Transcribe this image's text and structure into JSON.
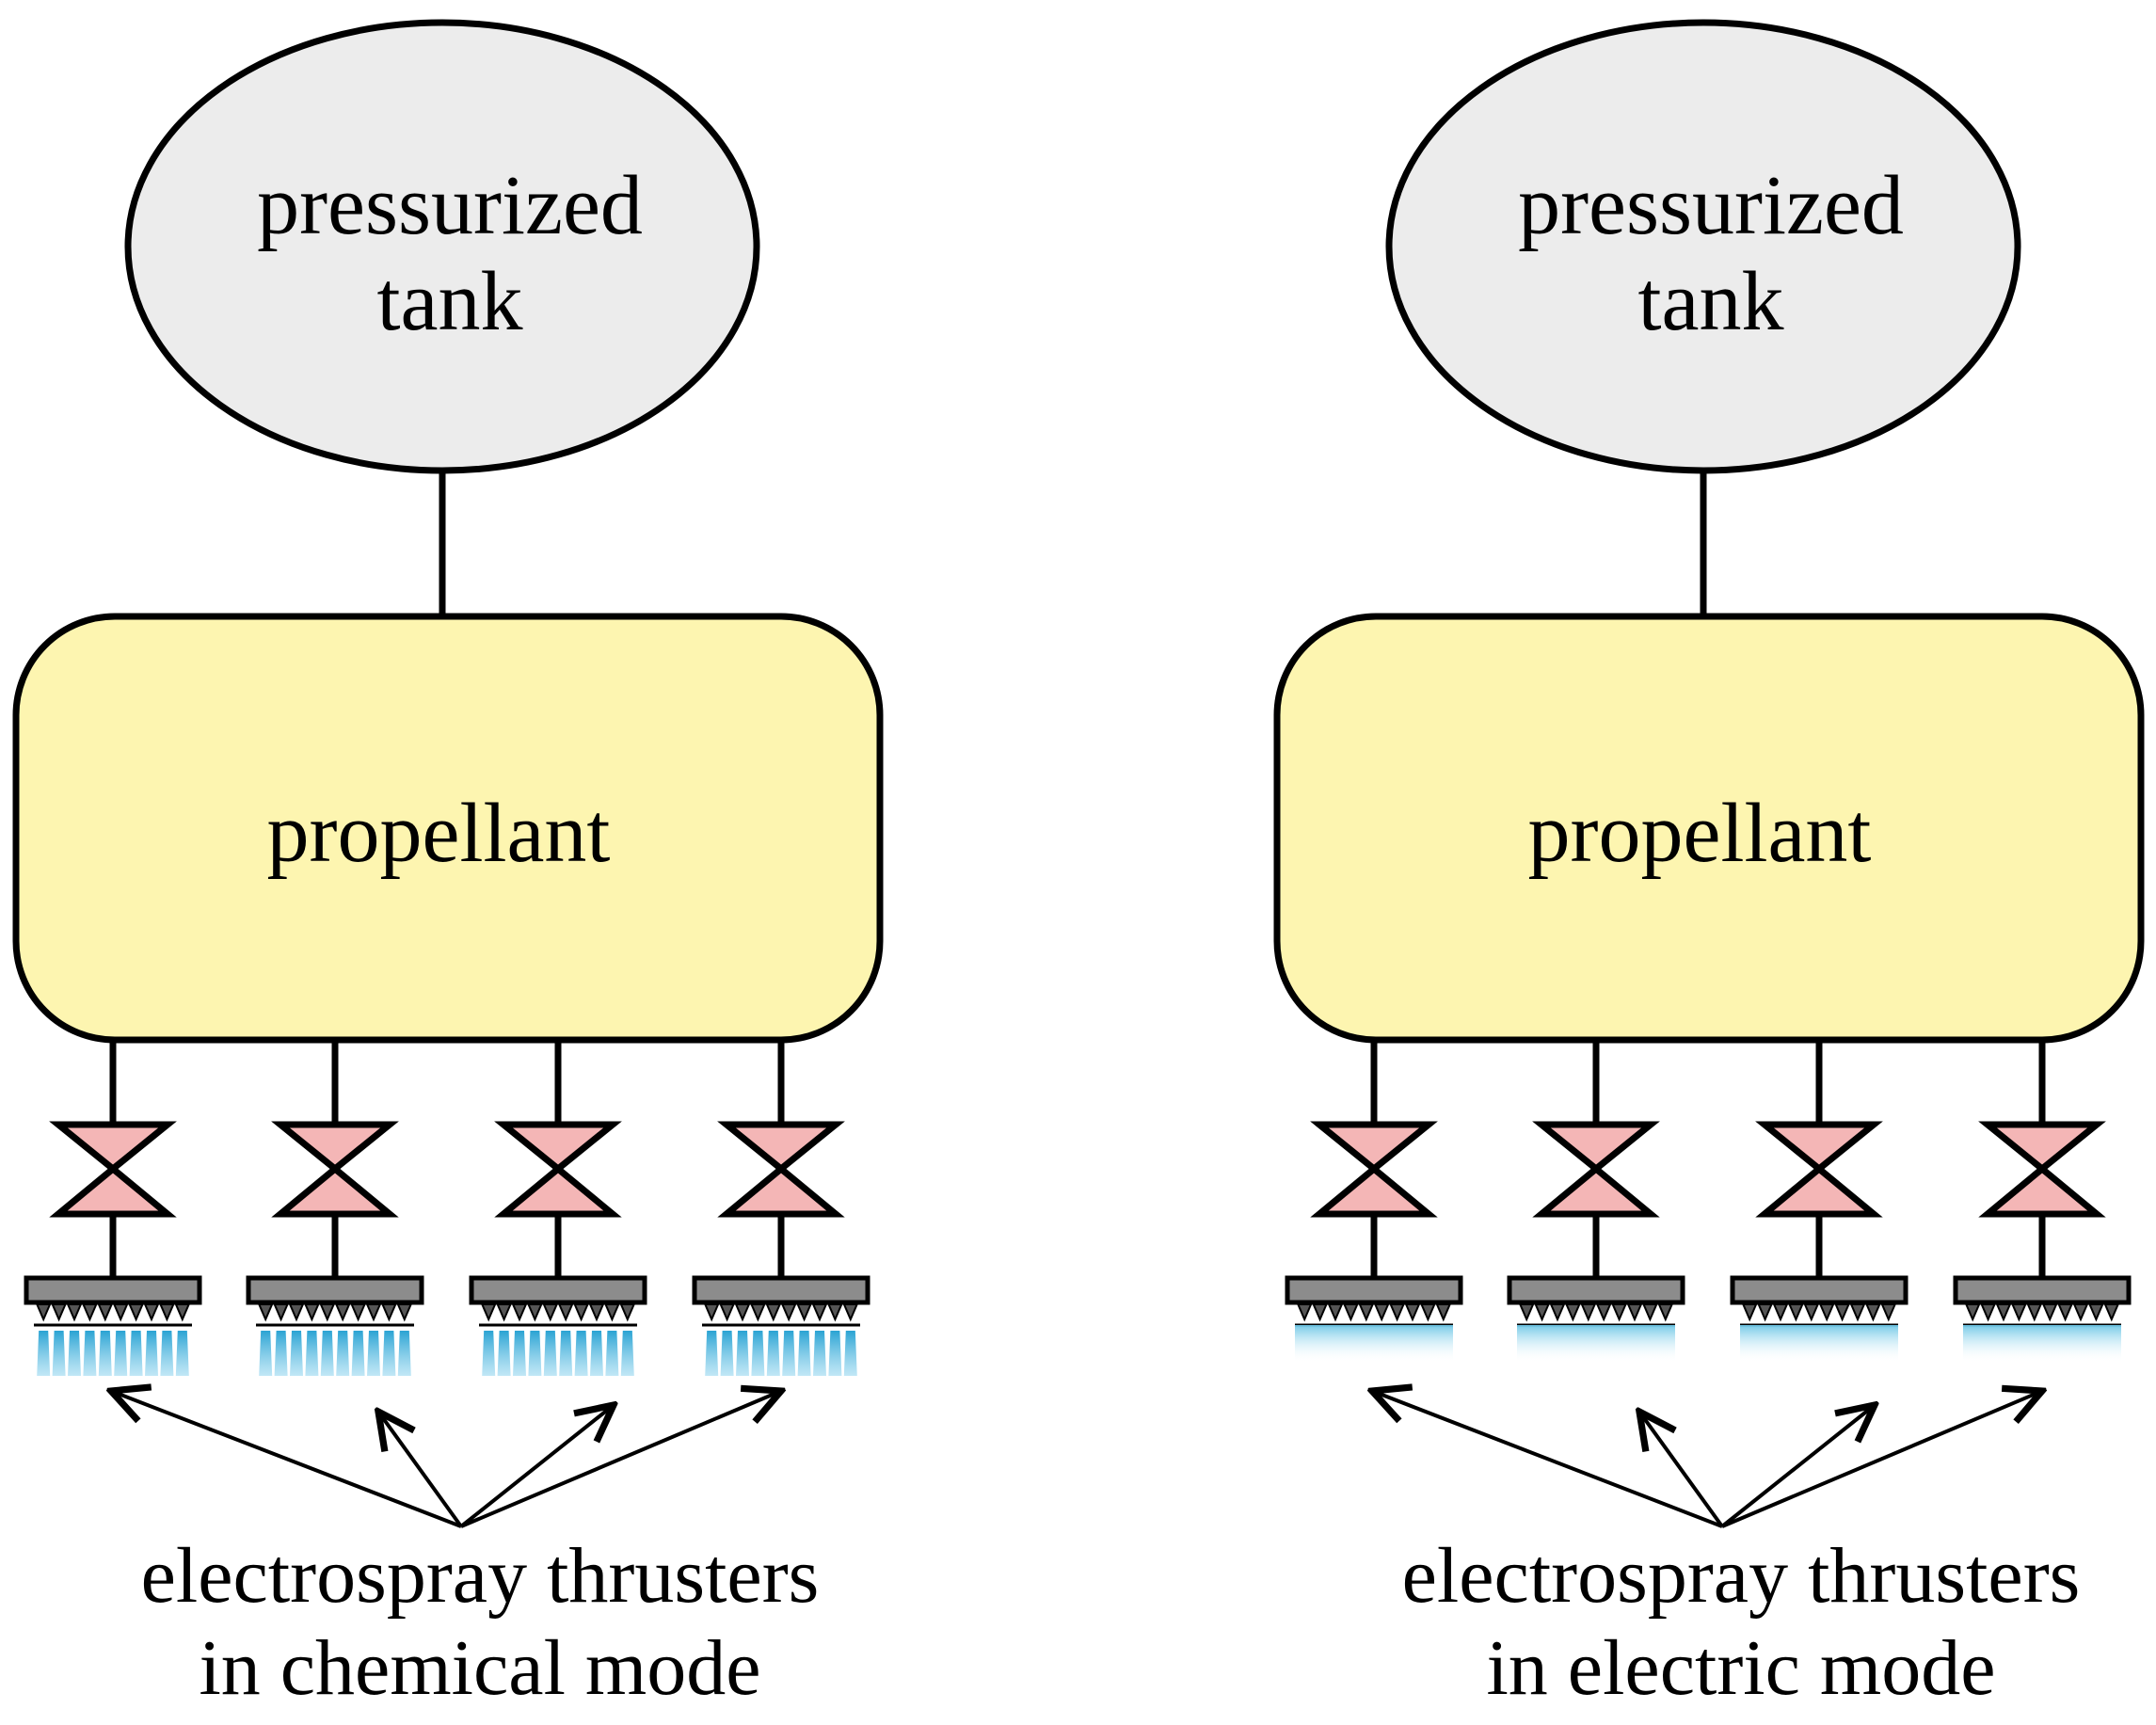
{
  "diagram": {
    "panels": [
      {
        "id": "chemical",
        "tank": {
          "line1": "pressurized",
          "line2": "tank"
        },
        "propellant": {
          "label": "propellant"
        },
        "valve_count": 4,
        "thruster_count": 4,
        "mode": "chemical",
        "caption": {
          "line1": "electrospray thrusters",
          "line2": "in chemical mode"
        }
      },
      {
        "id": "electric",
        "tank": {
          "line1": "pressurized",
          "line2": "tank"
        },
        "propellant": {
          "label": "propellant"
        },
        "valve_count": 4,
        "thruster_count": 4,
        "mode": "electric",
        "caption": {
          "line1": "electrospray thrusters",
          "line2": "in electric mode"
        }
      }
    ],
    "colors": {
      "tank_fill": "#ececec",
      "propellant_fill": "#fdf5b0",
      "valve_fill": "#f4b6b6",
      "thruster_plate": "#8c8c8c",
      "spray": "#4fb3d9",
      "outline": "#000000"
    }
  }
}
